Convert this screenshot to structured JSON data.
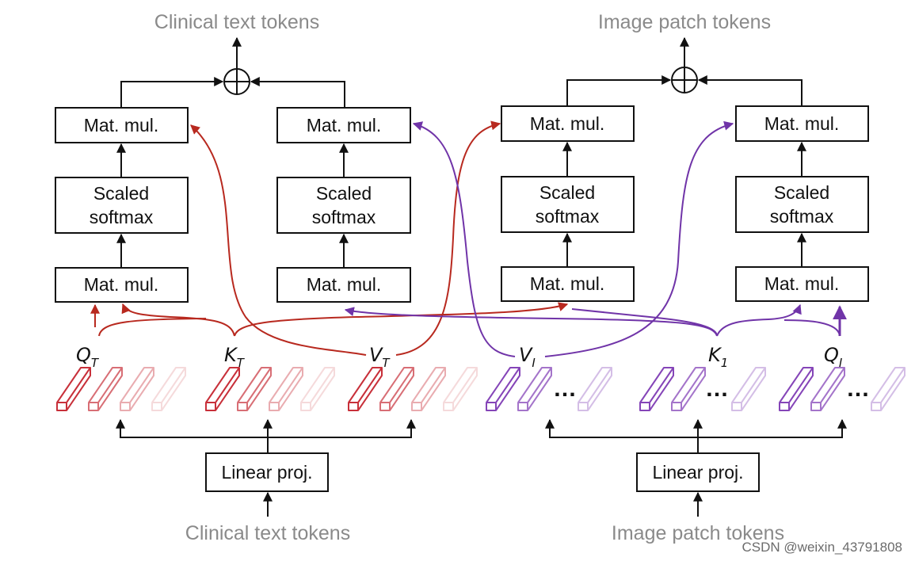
{
  "top_labels": {
    "left": "Clinical text tokens",
    "right": "Image patch tokens"
  },
  "bottom_labels": {
    "left": "Clinical text tokens",
    "right": "Image patch tokens"
  },
  "linear_proj": {
    "left": "Linear proj.",
    "right": "Linear proj."
  },
  "blocks": {
    "mat_mul": "Mat. mul.",
    "scaled_line1": "Scaled",
    "scaled_line2": "softmax"
  },
  "symbols": {
    "qt": {
      "main": "Q",
      "sub": "T"
    },
    "kt": {
      "main": "K",
      "sub": "T"
    },
    "vt": {
      "main": "V",
      "sub": "T"
    },
    "vi": {
      "main": "V",
      "sub": "I"
    },
    "k1": {
      "main": "K",
      "sub": "1"
    },
    "qi": {
      "main": "Q",
      "sub": "I"
    }
  },
  "ellipsis": "…",
  "watermark": "CSDN @weixin_43791808",
  "colors": {
    "text_arrows": "#b8291f",
    "image_arrows": "#7034a8",
    "text_tokens": "#c8303a",
    "image_tokens": "#8545b8",
    "gray_text": "#8a8a8a"
  }
}
